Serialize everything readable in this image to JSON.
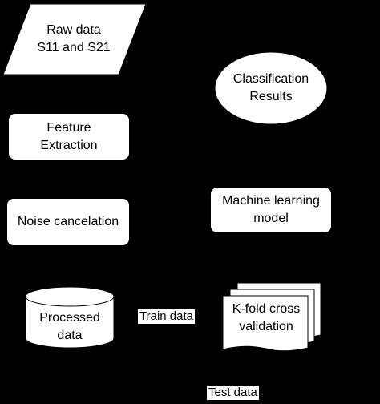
{
  "nodes": {
    "raw_data": "Raw data\nS11 and S21",
    "feature_extraction": "Feature\nExtraction",
    "noise_cancelation": "Noise cancelation",
    "processed_data": "Processed\ndata",
    "kfold": "K-fold cross\nvalidation",
    "ml_model": "Machine learning\nmodel",
    "classification": "Classification\nResults"
  },
  "edges": {
    "train": "Train data",
    "test": "Test data"
  },
  "colors": {
    "background": "#000000",
    "shape_fill": "#ffffff",
    "shape_stroke": "#000000"
  }
}
